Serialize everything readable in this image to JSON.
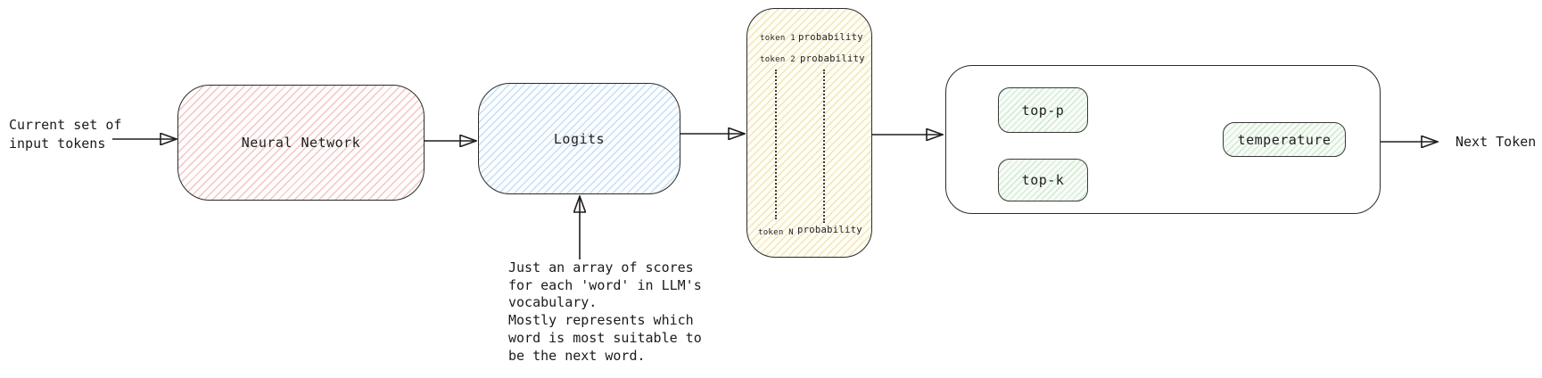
{
  "diagram": {
    "input_label": "Current set of\ninput tokens",
    "output_label": "Next Token",
    "neural_network_label": "Neural Network",
    "logits_label": "Logits",
    "probability_box": {
      "row_top": {
        "token": "token 1",
        "value": "probability"
      },
      "row_mid": {
        "token": "token 2",
        "value": "probability"
      },
      "row_bottom": {
        "token": "token N",
        "value": "probability"
      }
    },
    "sampler": {
      "top_p_label": "top-p",
      "top_k_label": "top-k",
      "temperature_label": "temperature"
    },
    "logits_note": "Just an array of scores\nfor each 'word' in LLM's\nvocabulary.\nMostly represents which\nword is most suitable to\nbe the next word.",
    "colors": {
      "stroke": "#1e1e1e",
      "neural_network_hatch": "#f0c6c6",
      "logits_hatch": "#c7dff2",
      "probability_hatch": "#f0e5bb",
      "sampler_hatch": "#cfe8cf"
    }
  }
}
